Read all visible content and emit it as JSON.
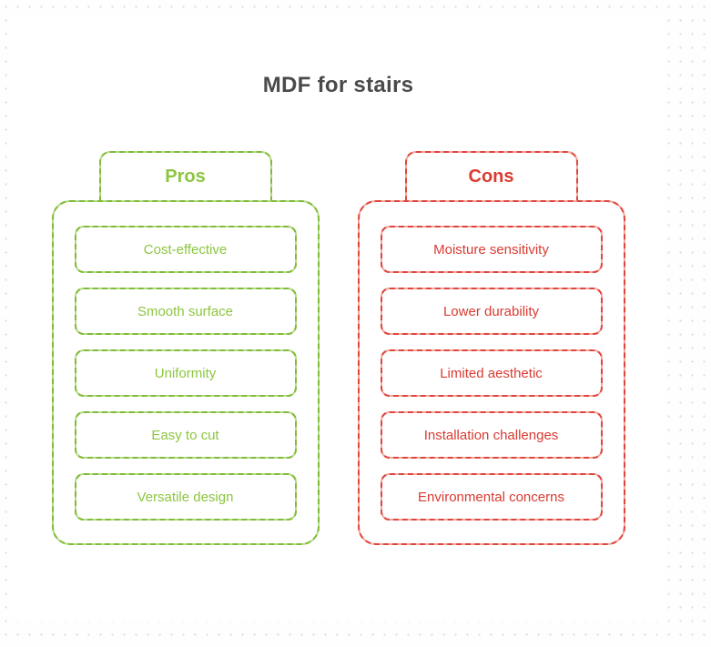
{
  "title": "MDF for stairs",
  "colors": {
    "title_text": "#4a4a4a",
    "pros_accent": "#8cc63f",
    "cons_accent": "#d93a31",
    "background_dots": "#e0e0e4",
    "canvas": "#ffffff"
  },
  "pros": {
    "label": "Pros",
    "items": [
      "Cost-effective",
      "Smooth surface",
      "Uniformity",
      "Easy to cut",
      "Versatile design"
    ]
  },
  "cons": {
    "label": "Cons",
    "items": [
      "Moisture sensitivity",
      "Lower durability",
      "Limited aesthetic",
      "Installation challenges",
      "Environmental concerns"
    ]
  }
}
